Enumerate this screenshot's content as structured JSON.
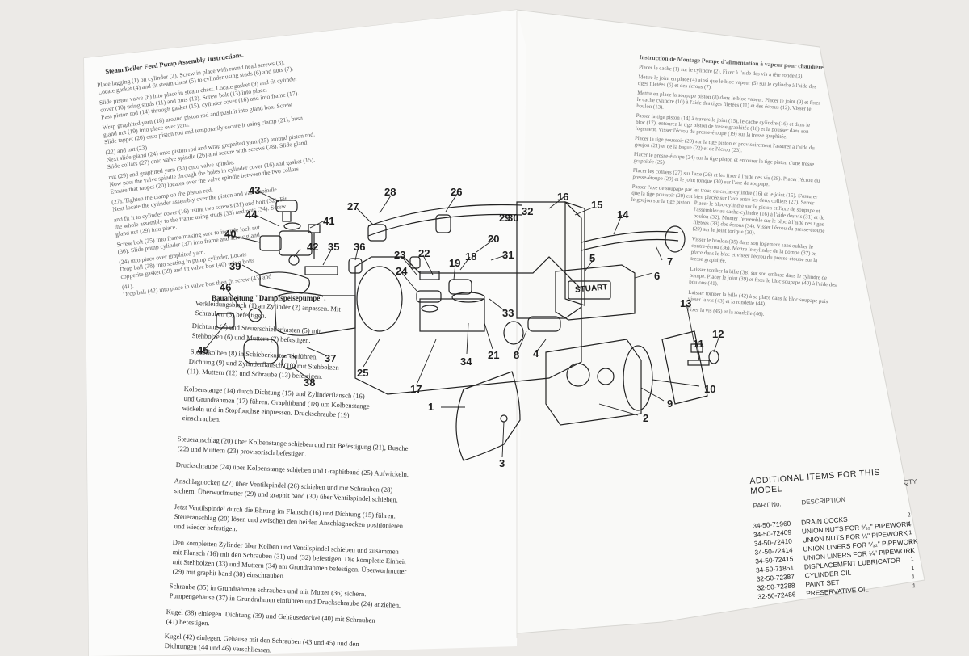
{
  "english": {
    "title": "Steam Boiler Feed Pump Assembly Instructions.",
    "lines": [
      "Place lagging (1) on cylinder (2). Screw in place with round head screws (3).",
      "Locate gasket (4) and fit steam chest (5) to cylinder using studs (6) and nuts (7).",
      "Slide piston valve (8) into place in steam chest. Locate gasket (9) and fit cylinder",
      "cover (10) using studs (11) and nuts (12). Screw bolt (13) into place.",
      "Pass piston rod (14) through gasket (15), cylinder cover (16) and into frame (17).",
      "Wrap graphited yarn (18) around piston rod and push it into gland box. Screw",
      "gland nut (19) into place over yarn.",
      "Slide tappet (20) onto piston rod and temporarily secure it using clamp (21), bush",
      "(22) and nut (23).",
      "Next slide gland (24) onto piston rod and wrap graphited yarn (25) around piston rod.",
      "Slide collars (27) onto valve spindle (26) and secure with screws (28). Slide gland",
      "nut (29) and graphited yarn (30) onto valve spindle.",
      "Now pass the valve spindle through the holes in cylinder cover (16) and gasket (15).",
      "Ensure that tappet (20) locates over the valve spindle between the two collars",
      "(27). Tighten the clamp on the piston rod.",
      "Next locate the cylinder assembly over the piston and valve spindle",
      "and fit it to cylinder cover (16) using two screws (31) and bolt (32). Fit",
      "the whole assembly to the frame using studs (33) and nuts (34). Screw",
      "gland nut (29) into place.",
      "Screw bolt (35) into frame making sure to include lock nut",
      "(36). Slide pump cylinder (37) into frame and screw gland",
      "(24) into place over graphited yarn.",
      "Drop ball (38) into seating in pump cylinder. Locate",
      "copperite gasket (39) and fit valve box (40) using bolts",
      "(41).",
      "Drop ball (42) into place in valve box then fit screw (43) and"
    ]
  },
  "german": {
    "title": "Bauanleitung \"Dampfspeisepumpe\".",
    "lines": [
      "Verkleidungsblech (1) an Zylinder (2) anpassen. Mit",
      "Schrauben (3) befestigen.",
      "Dichtung (4) und Steuerschieberkasten (5) mit",
      "Stehbolzen (6) und Muttern (7) befestigen.",
      "Steuerkolben (8) in Schieberkasten einführen.",
      "Dichtung (9) und Zylinderflansch (10) mit Stehbolzen",
      "(11), Muttern (12) und Schraube (13) befestigen.",
      "Kolbenstange (14) durch Dichtung (15) und Zylinderflansch (16)",
      "und Grundrahmen (17) führen. Graphitband (18) um Kolbenstange",
      "wickeln und in Stopfbuchse einpressen. Druckschraube (19)",
      "einschrauben.",
      "Steueranschlag (20) über Kolbenstange schieben und mit Befestigung (21), Busche",
      "(22) und Muttern (23) provisorisch befestigen.",
      "Druckschraube (24) über Kolbenstange schieben und Graphitband (25) Aufwickeln.",
      "Anschlagnocken (27) über Ventilspindel (26) schieben und mit Schrauben (28)",
      "sichern. Überwurfmutter (29) und graphit band (30) über Ventilspindel schieben.",
      "Jetzt Ventilspindel durch die Bhrung im Flansch (16) und Dichtung (15) führen.",
      "Steueranschlag (20) lösen und zwischen den beiden Anschlagnocken positionieren",
      "und wieder befestigen.",
      "Den kompletten Zylinder über Kolben und Ventilspindel schieben und zusammen",
      "mit Flansch (16) mit den Schrauben (31) und (32) befestigen. Die komplette Einheit",
      "mit Stehbolzen (33) und Muttern (34) am Grundrahmen befestigen. Überwurfmutter",
      "(29) mit graphit band (30) einschrauben.",
      "Schraube (35) in Grundrahmen schrauben und mit Mutter (36) sichern.",
      "Pumpengehäuse (37) in Grundrahmen einführen und Druckschraube (24) anziehen.",
      "Kugel (38) einlegen. Dichtung (39) und Gehäusedeckel (40) mit Schrauben",
      "(41) befestigen.",
      "Kugel (42) einlegen. Gehäuse mit den Schrauben (43 und 45) und den",
      "Dichtungen (44 und 46) verschliessen."
    ]
  },
  "french": {
    "title": "Instruction de Montage Pompe d'alimentation à vapeur pour chaudière.",
    "lines": [
      "Placer le cache (1) sur le cylindre (2). Fixer à l'aide des vis à tête ronde (3).",
      "Mettre le joint en place (4) ainsi que le bloc vapeur (5) sur le cylindre à l'aide des",
      "tiges filetées (6) et des écrous (7).",
      "Mettre en place la soupape piston (8) dans le bloc vapeur. Placer le joint (9) et fixer",
      "le cache cylindre (10) à l'aide des tiges filetées (11) et des écrous (12). Visser le",
      "boulon (13).",
      "Passer la tige piston (14) à travers le joint (15), le cache cylindre (16) et dans le",
      "bloc (17), entourez la tige piston de tresse graphitée (18) et la pousser dans son",
      "logement. Visser l'écrou du presse-étoupe (19) sur la tresse graphitée.",
      "Placer la tige poussoir (20) sur la tige piston et provisoirement l'assurer à l'aide du",
      "goujon (21) et de la bague (22) et de l'écrou (23).",
      "Placer le presse-étoupe (24) sur la tige piston et entourer la tige piston d'une tresse",
      "graphitée (25).",
      "Placer les colliers (27) sur l'axe (26) et les fixer à l'aide des vis (28). Placer l'écrou du",
      "presse-étoupe (29) et le joint torique (30) sur l'axe de soupape.",
      "Passer l'axe de soupape par les trous du cache-cylindre (16) et le joint (15). S'assurer",
      "que la tige poussoir (20) est bien placée sur l'axe entre les deux colliers (27). Serrer",
      "le goujon sur la tige piston."
    ],
    "lines_lower": [
      "Placer le bloc-cylindre sur le piston et l'axe de soupape et",
      "l'assembler au cache-cylindre (16) à l'aide des vis (31) et du",
      "boulon (32). Monter l'ensemble sur le bloc à l'aide des tiges",
      "filetées (33) des écrous (34). Visser l'écrou du presse-étoupe",
      "(29) sur le joint torique (30).",
      "Visser le boulon (35) dans son logement sans oublier le",
      "contre-écrou (36). Mettre le cylindre de la pompe (37) en",
      "place dans le bloc et visser l'écrou du presse-étoupe sur la",
      "tresse graphitée.",
      "Laisser tomber la bille (38) sur son embase dans le cylindre de",
      "pompe. Placer le joint (39) et fixer le bloc soupape (40) à l'aide des",
      "boulons (41).",
      "Laisser tomber la bille (42) à sa place dans le bloc soupape puis",
      "visser la vis (43) et la rondelle (44).",
      "Fixer la vis (45) et la rondelle (46)."
    ]
  },
  "callouts": [
    {
      "n": "43"
    },
    {
      "n": "28"
    },
    {
      "n": "26"
    },
    {
      "n": "27"
    },
    {
      "n": "16"
    },
    {
      "n": "15"
    },
    {
      "n": "14"
    },
    {
      "n": "44"
    },
    {
      "n": "41"
    },
    {
      "n": "40"
    },
    {
      "n": "42"
    },
    {
      "n": "32"
    },
    {
      "n": "29"
    },
    {
      "n": "30"
    },
    {
      "n": "35"
    },
    {
      "n": "36"
    },
    {
      "n": "20"
    },
    {
      "n": "18"
    },
    {
      "n": "31"
    },
    {
      "n": "7"
    },
    {
      "n": "39"
    },
    {
      "n": "23"
    },
    {
      "n": "22"
    },
    {
      "n": "19"
    },
    {
      "n": "24"
    },
    {
      "n": "5"
    },
    {
      "n": "6"
    },
    {
      "n": "46"
    },
    {
      "n": "33"
    },
    {
      "n": "13"
    },
    {
      "n": "45"
    },
    {
      "n": "37"
    },
    {
      "n": "21"
    },
    {
      "n": "8"
    },
    {
      "n": "12"
    },
    {
      "n": "11"
    },
    {
      "n": "34"
    },
    {
      "n": "25"
    },
    {
      "n": "4"
    },
    {
      "n": "38"
    },
    {
      "n": "17"
    },
    {
      "n": "10"
    },
    {
      "n": "9"
    },
    {
      "n": "1"
    },
    {
      "n": "2"
    },
    {
      "n": "3"
    }
  ],
  "additional_items": {
    "title": "ADDITIONAL ITEMS FOR THIS MODEL",
    "col_part": "PART No.",
    "col_desc": "DESCRIPTION",
    "col_qty": "QTY.",
    "rows": [
      {
        "part": "34-50-71960",
        "desc": "DRAIN COCKS",
        "qty": "2"
      },
      {
        "part": "34-50-72409",
        "desc": "UNION NUTS FOR ⁵⁄₃₂\" PIPEWORK",
        "qty": "1"
      },
      {
        "part": "34-50-72410",
        "desc": "UNION NUTS FOR ¼\" PIPEWORK",
        "qty": "1"
      },
      {
        "part": "34-50-72414",
        "desc": "UNION LINERS FOR ⁵⁄₃₂\" PIPEWORK",
        "qty": "1"
      },
      {
        "part": "34-50-72415",
        "desc": "UNION LINERS FOR ¼\" PIPEWORK",
        "qty": "1"
      },
      {
        "part": "34-50-71851",
        "desc": "DISPLACEMENT LUBRICATOR",
        "qty": "1"
      },
      {
        "part": "32-50-72387",
        "desc": "CYLINDER OIL",
        "qty": "1"
      },
      {
        "part": "32-50-72388",
        "desc": "PAINT SET",
        "qty": "1"
      },
      {
        "part": "32-50-72486",
        "desc": "PRESERVATIVE OIL",
        "qty": "1"
      }
    ]
  },
  "lubricator_label": "STUART"
}
